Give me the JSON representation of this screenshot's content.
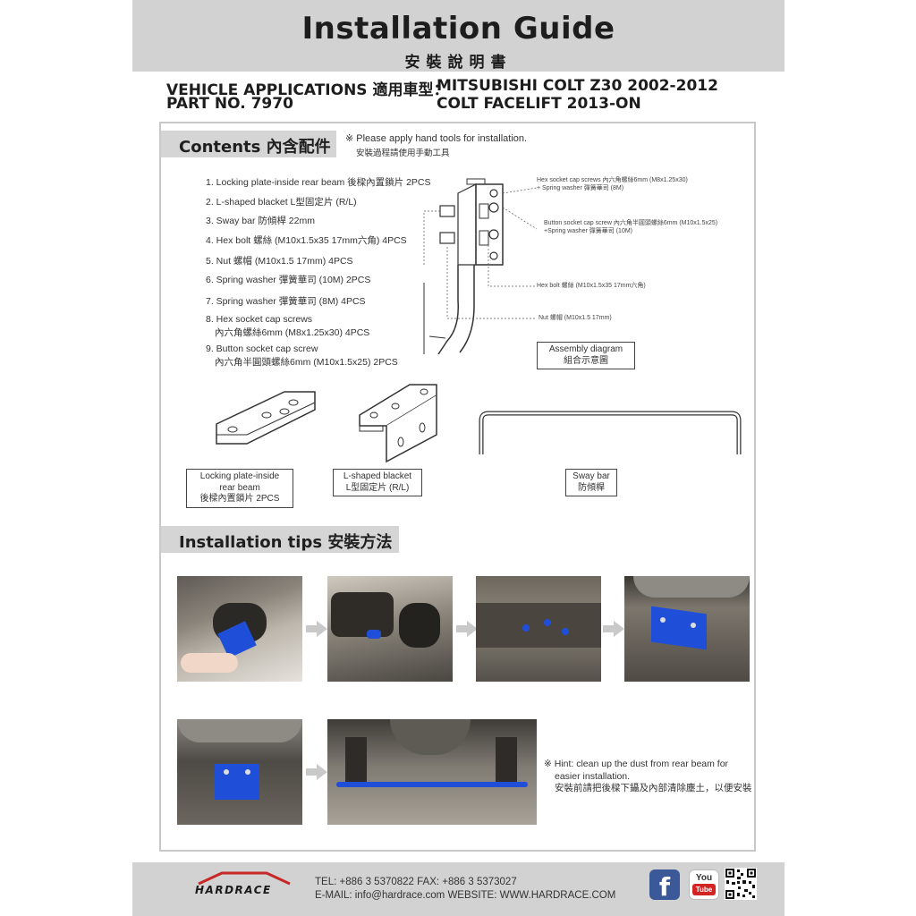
{
  "header": {
    "title": "Installation Guide",
    "subtitle": "安裝說明書"
  },
  "vehicle": {
    "label": "VEHICLE APPLICATIONS 適用車型：",
    "model_line1": "MITSUBISHI COLT Z30 2002-2012",
    "model_line2": "COLT FACELIFT 2013-ON",
    "part_no": "PART NO. 7970"
  },
  "contents": {
    "heading": "Contents 內含配件",
    "note_en": "※ Please apply hand tools for installation.",
    "note_zh": "安裝過程請使用手動工具",
    "items": [
      {
        "line1": "1. Locking plate-inside rear beam 後樑內置鎖片 2PCS"
      },
      {
        "line1": "2. L-shaped blacket L型固定片  (R/L)"
      },
      {
        "line1": "3. Sway bar 防傾桿  22mm"
      },
      {
        "line1": "4. Hex bolt 螺絲 (M10x1.5x35 17mm六角) 4PCS"
      },
      {
        "line1": "5. Nut 螺帽 (M10x1.5 17mm) 4PCS"
      },
      {
        "line1": "6. Spring washer 彈簧華司  (10M) 2PCS"
      },
      {
        "line1": "7. Spring washer 彈簧華司  (8M) 4PCS"
      },
      {
        "line1": "8. Hex socket cap screws",
        "line2": "內六角螺絲6mm (M8x1.25x30) 4PCS"
      },
      {
        "line1": "9. Button socket cap screw",
        "line2": "內六角半圓頭螺絲6mm (M10x1.5x25) 2PCS"
      }
    ]
  },
  "assembly": {
    "callout_hex_socket_1": "Hex socket cap screws 內六角螺絲6mm (M8x1.25x30)",
    "callout_hex_socket_2": "+ Spring washer 彈簧華司 (8M)",
    "callout_button_1": "Button socket cap screw 內六角半圓頭螺絲6mm (M10x1.5x25)",
    "callout_button_2": "+Spring washer 彈簧華司 (10M)",
    "callout_hex_bolt": "Hex bolt 螺絲 (M10x1.5x35 17mm六角)",
    "callout_nut": "Nut 螺帽 (M10x1.5 17mm)",
    "label_en": "Assembly diagram",
    "label_zh": "組合示意圖"
  },
  "parts": {
    "locking_plate_1": "Locking plate-inside",
    "locking_plate_2": "rear beam",
    "locking_plate_3": "後樑內置鎖片 2PCS",
    "bracket_1": "L-shaped blacket",
    "bracket_2": "L型固定片  (R/L)",
    "swaybar_1": "Sway bar",
    "swaybar_2": "防傾桿"
  },
  "tips": {
    "heading": "Installation tips 安裝方法",
    "hint_1": "※ Hint: clean up the dust from rear beam for",
    "hint_2": "easier installation.",
    "hint_3": "安裝前請把後樑下鑷及內部清除塵土，以便安裝"
  },
  "footer": {
    "brand": "HARDRACE",
    "contact_line1": "TEL: +886 3 5370822   FAX: +886 3 5373027",
    "contact_line2": "E-MAIL: info@hardrace.com   WEBSITE: WWW.HARDRACE.COM",
    "facebook_glyph": "f",
    "youtube_top": "You",
    "youtube_bottom": "Tube"
  },
  "colors": {
    "band_gray": "#d2d2d2",
    "part_blue": "#1f4fd8",
    "frame_gray": "#c8c8c8"
  }
}
